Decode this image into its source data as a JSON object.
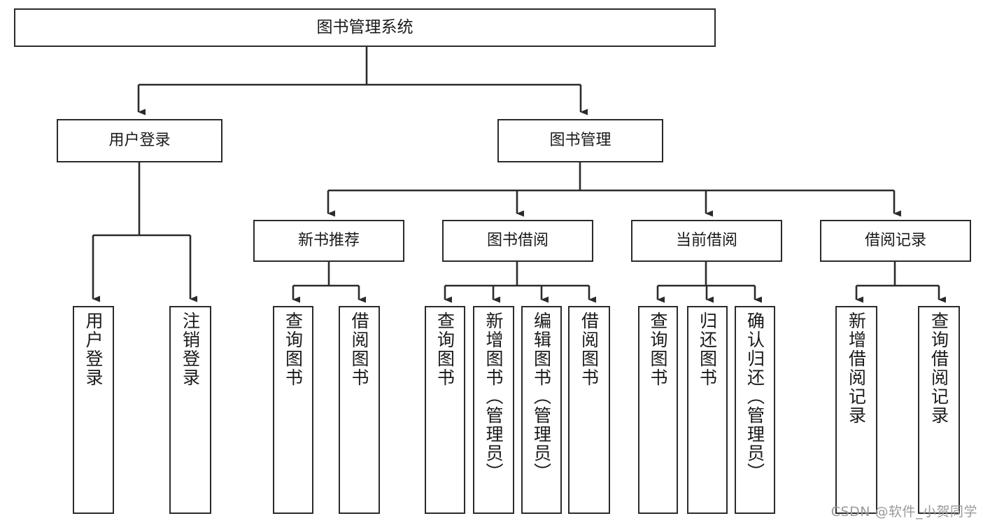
{
  "diagram": {
    "title": "图书管理系统",
    "type": "tree-hierarchy",
    "watermark": "CSDN @软件_小贺同学",
    "colors": {
      "background": "#ffffff",
      "node_border": "#2b2b2b",
      "node_fill": "#ffffff",
      "text": "#1a1a1a",
      "edge": "#2b2b2b",
      "watermark": "#9a9a9a"
    },
    "root": {
      "id": "root",
      "label": "图书管理系统"
    },
    "level1": [
      {
        "id": "user-login",
        "label": "用户登录"
      },
      {
        "id": "book-manage",
        "label": "图书管理"
      }
    ],
    "level2": [
      {
        "id": "new-book-recommend",
        "label": "新书推荐",
        "parent": "book-manage"
      },
      {
        "id": "book-borrow",
        "label": "图书借阅",
        "parent": "book-manage"
      },
      {
        "id": "current-borrow",
        "label": "当前借阅",
        "parent": "book-manage"
      },
      {
        "id": "borrow-record",
        "label": "借阅记录",
        "parent": "book-manage"
      }
    ],
    "leaves": [
      {
        "id": "leaf-user-login",
        "label": "用户登录",
        "parent": "user-login"
      },
      {
        "id": "leaf-user-logout",
        "label": "注销登录",
        "parent": "user-login"
      },
      {
        "id": "leaf-query-book-1",
        "label": "查询图书",
        "parent": "new-book-recommend"
      },
      {
        "id": "leaf-borrow-book-1",
        "label": "借阅图书",
        "parent": "new-book-recommend"
      },
      {
        "id": "leaf-query-book-2",
        "label": "查询图书",
        "parent": "book-borrow"
      },
      {
        "id": "leaf-add-book",
        "label": "新增图书（管理员）",
        "parent": "book-borrow"
      },
      {
        "id": "leaf-edit-book",
        "label": "编辑图书（管理员）",
        "parent": "book-borrow"
      },
      {
        "id": "leaf-borrow-book-2",
        "label": "借阅图书",
        "parent": "book-borrow"
      },
      {
        "id": "leaf-query-book-3",
        "label": "查询图书",
        "parent": "current-borrow"
      },
      {
        "id": "leaf-return-book",
        "label": "归还图书",
        "parent": "current-borrow"
      },
      {
        "id": "leaf-confirm-return",
        "label": "确认归还（管理员）",
        "parent": "current-borrow"
      },
      {
        "id": "leaf-add-record",
        "label": "新增借阅记录",
        "parent": "borrow-record"
      },
      {
        "id": "leaf-query-record",
        "label": "查询借阅记录",
        "parent": "borrow-record"
      }
    ]
  }
}
